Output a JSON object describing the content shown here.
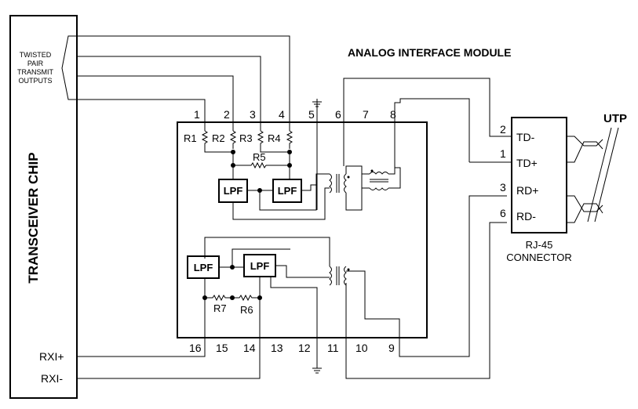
{
  "title": "ANALOG INTERFACE MODULE",
  "chip_label": "TRANSCEIVER CHIP",
  "tp_outputs": [
    "TWISTED",
    "PAIR",
    "TRANSMIT",
    "OUTPUTS"
  ],
  "rxi_plus": "RXI+",
  "rxi_minus": "RXI-",
  "top_pins": [
    "1",
    "2",
    "3",
    "4",
    "5",
    "6",
    "7",
    "8"
  ],
  "bottom_pins": [
    "16",
    "15",
    "14",
    "13",
    "12",
    "11",
    "10",
    "9"
  ],
  "resistors": {
    "r1": "R1",
    "r2": "R2",
    "r3": "R3",
    "r4": "R4",
    "r5": "R5",
    "r6": "R6",
    "r7": "R7"
  },
  "lpf": "LPF",
  "connector": {
    "name": "RJ-45",
    "subtitle": "CONNECTOR",
    "pins": [
      {
        "num": "2",
        "label": "TD-"
      },
      {
        "num": "1",
        "label": "TD+"
      },
      {
        "num": "3",
        "label": "RD+"
      },
      {
        "num": "6",
        "label": "RD-"
      }
    ]
  },
  "utp": "UTP"
}
